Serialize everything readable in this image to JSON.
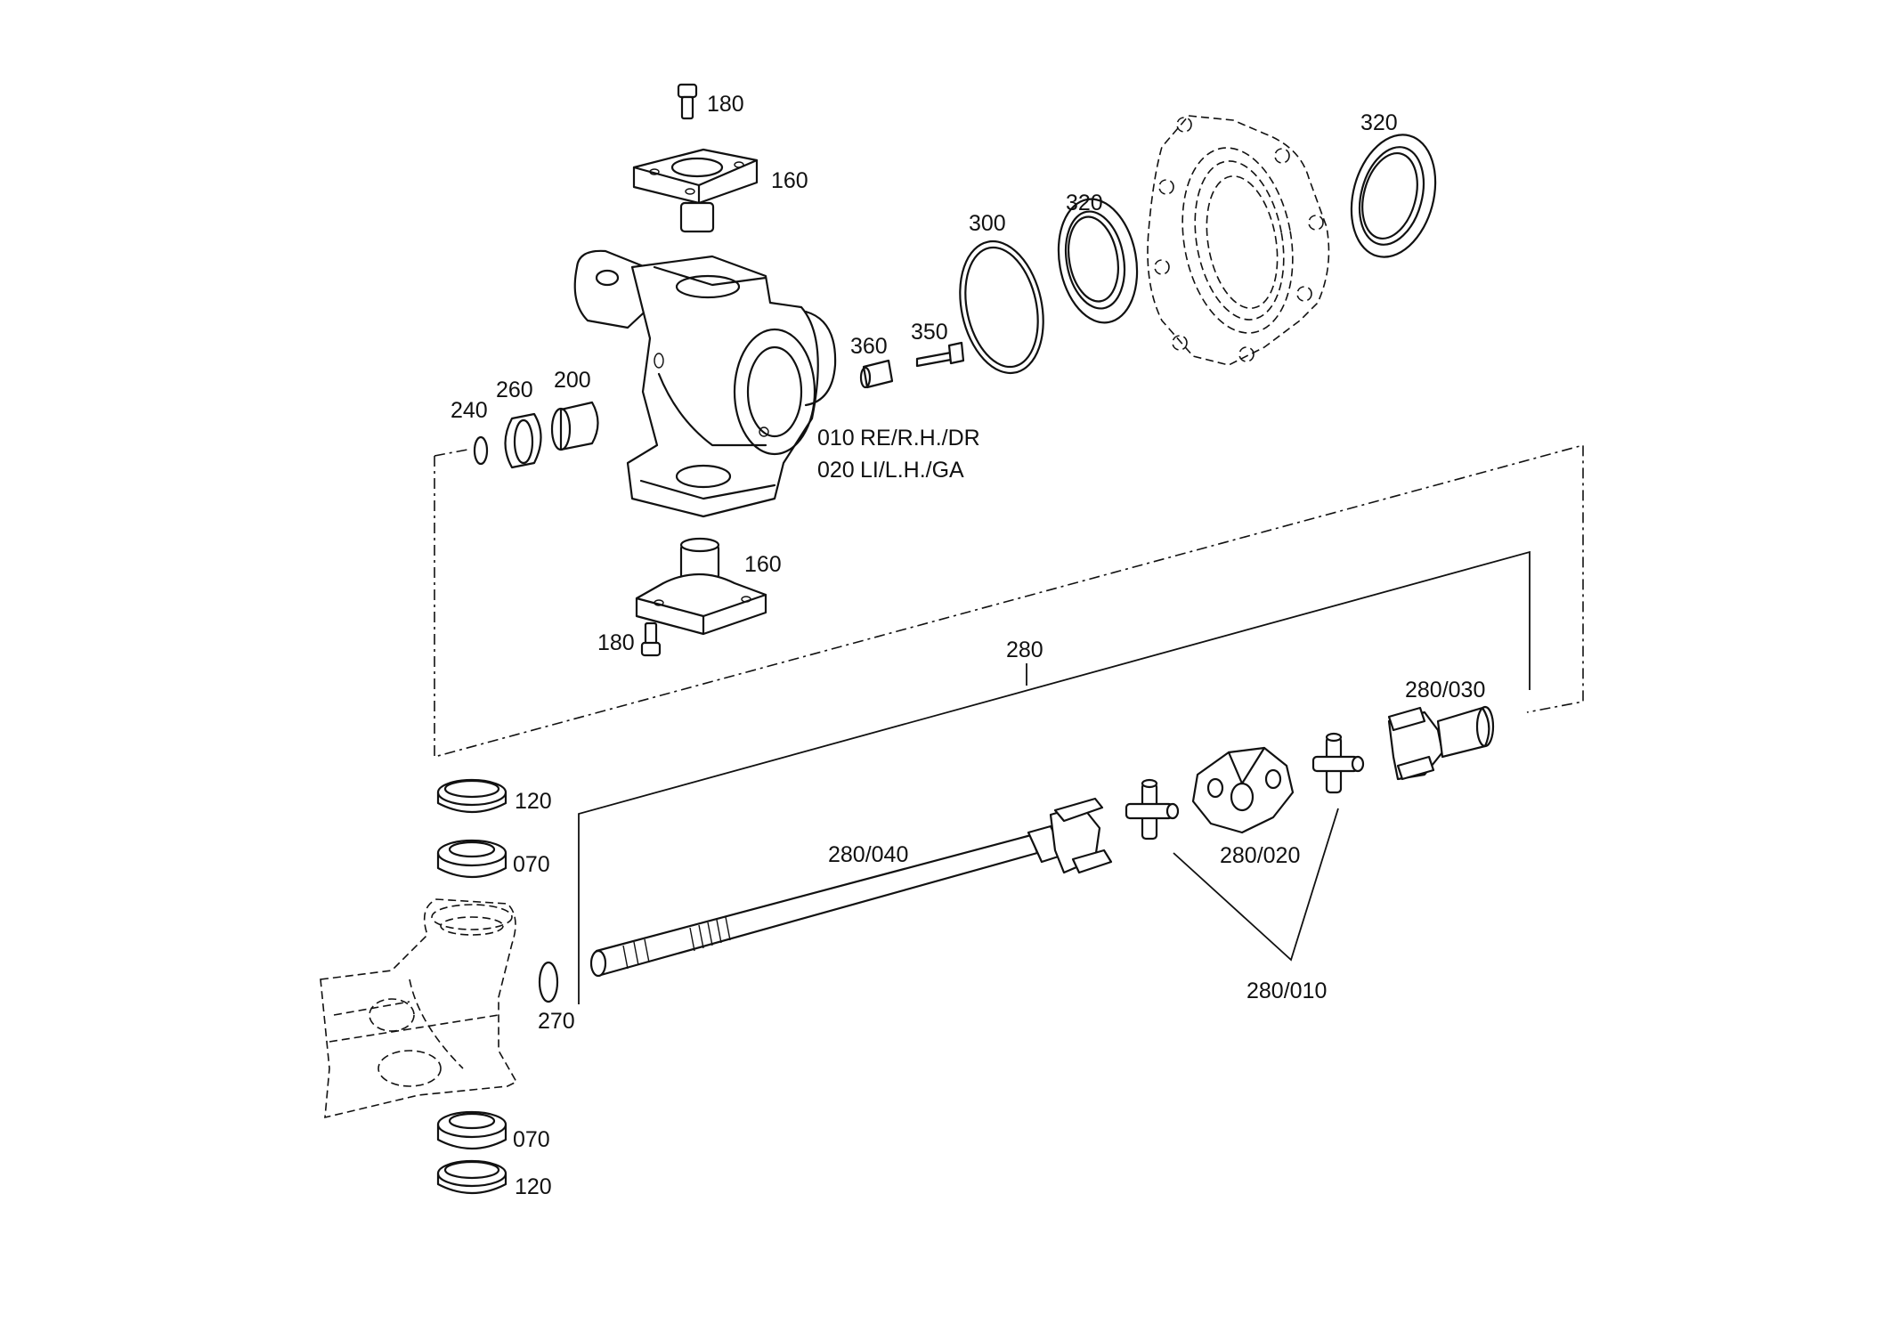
{
  "labels": {
    "p180_top": "180",
    "p160_top": "160",
    "p300": "300",
    "p320_a": "320",
    "p320_b": "320",
    "p360": "360",
    "p350": "350",
    "p240": "240",
    "p260": "260",
    "p200": "200",
    "p010": "010",
    "p010_text": "RE/R.H./DR",
    "p020": "020",
    "p020_text": "LI/L.H./GA",
    "p160_bottom": "160",
    "p180_bottom": "180",
    "p280": "280",
    "p280_030": "280/030",
    "p280_040": "280/040",
    "p280_020": "280/020",
    "p280_010": "280/010",
    "p120_top": "120",
    "p070_top": "070",
    "p270": "270",
    "p070_bottom": "070",
    "p120_bottom": "120"
  }
}
